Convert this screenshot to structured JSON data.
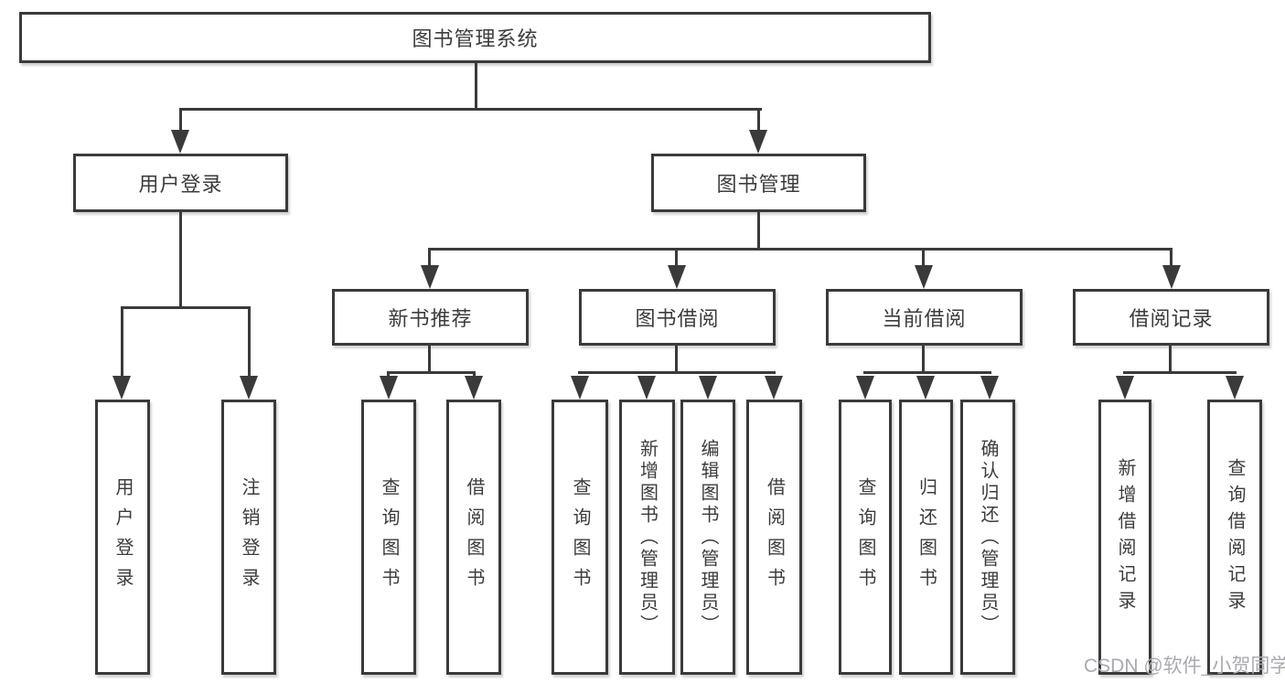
{
  "colors": {
    "line": "#3a3a3a",
    "box_border": "#3a3a3a",
    "text": "#3c3c3c",
    "background": "#ffffff",
    "watermark": "#a9a9b2"
  },
  "watermark": "CSDN @软件_小贺同学",
  "tree": {
    "root": "图书管理系统",
    "login": {
      "label": "用户登录",
      "children": [
        "用户登录",
        "注销登录"
      ]
    },
    "management": {
      "label": "图书管理",
      "sections": [
        {
          "label": "新书推荐",
          "children": [
            "查询图书",
            "借阅图书"
          ]
        },
        {
          "label": "图书借阅",
          "children": [
            "查询图书",
            "新增图书（管理员）",
            "编辑图书（管理员）",
            "借阅图书"
          ]
        },
        {
          "label": "当前借阅",
          "children": [
            "查询图书",
            "归还图书",
            "确认归还（管理员）"
          ]
        },
        {
          "label": "借阅记录",
          "children": [
            "新增借阅记录",
            "查询借阅记录"
          ]
        }
      ]
    }
  }
}
